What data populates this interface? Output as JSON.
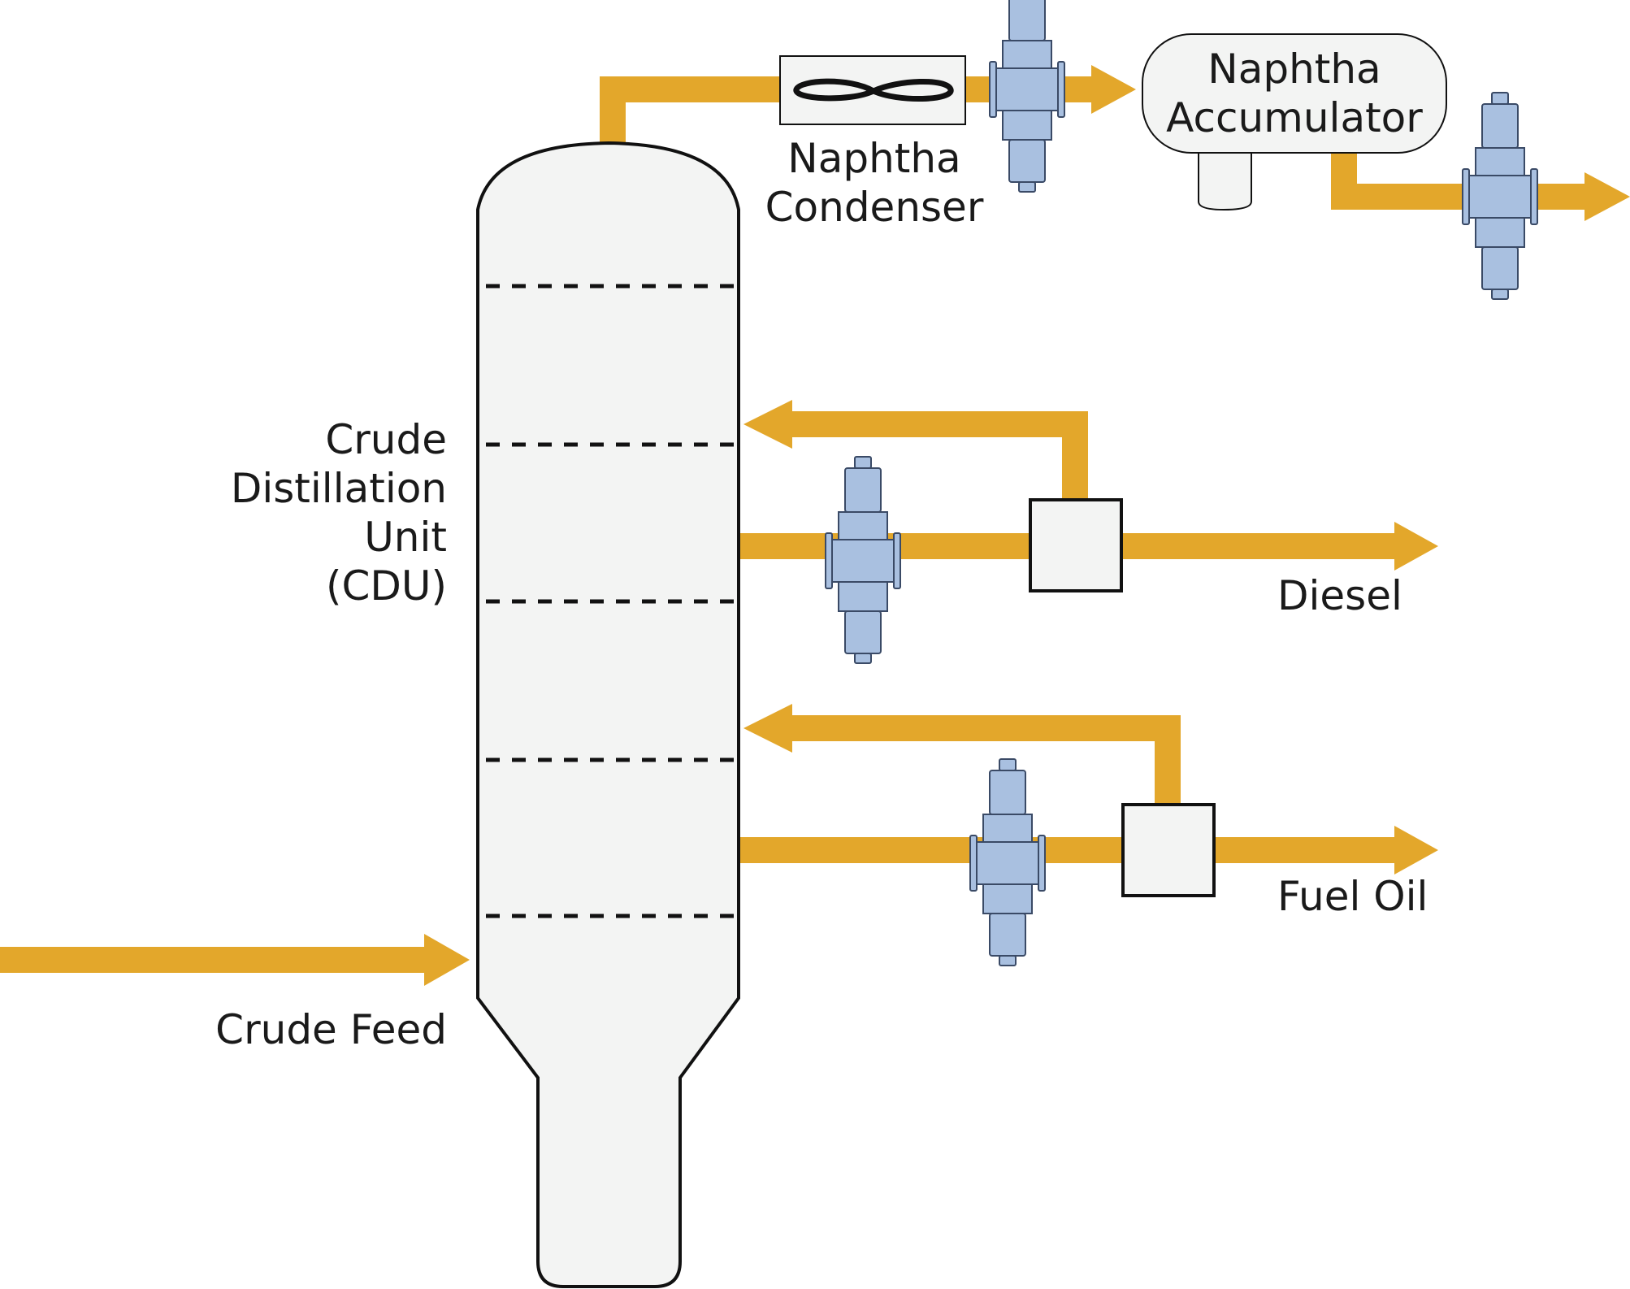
{
  "colors": {
    "pipe": "#E3A72B",
    "vessel_fill": "#F3F4F3",
    "valve_fill": "#A9C0E0",
    "valve_stroke": "#3A4A66",
    "outline": "#111111"
  },
  "labels": {
    "cdu_line1": "Crude",
    "cdu_line2": "Distillation",
    "cdu_line3": "Unit",
    "cdu_line4": "(CDU)",
    "crude_feed": "Crude Feed",
    "condenser_line1": "Naphtha",
    "condenser_line2": "Condenser",
    "accumulator_line1": "Naphtha",
    "accumulator_line2": "Accumulator",
    "diesel": "Diesel",
    "fuel_oil": "Fuel Oil"
  },
  "icons": {
    "valve": "control-valve-icon",
    "condenser": "heat-exchanger-coil-icon"
  }
}
